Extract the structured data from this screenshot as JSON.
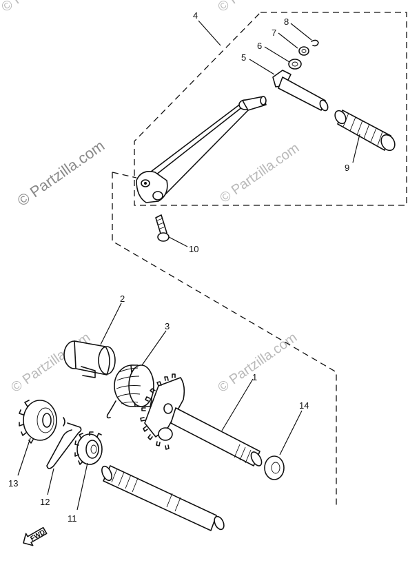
{
  "watermarks": {
    "main": "© Partzilla.com",
    "repeat": "© Partzilla.com"
  },
  "callouts": [
    "1",
    "2",
    "3",
    "4",
    "5",
    "6",
    "7",
    "8",
    "9",
    "10",
    "11",
    "12",
    "13",
    "14"
  ],
  "fwd_label": "FWD",
  "colors": {
    "ink": "#111111",
    "watermark": "#b9b9b9",
    "background": "#ffffff"
  }
}
